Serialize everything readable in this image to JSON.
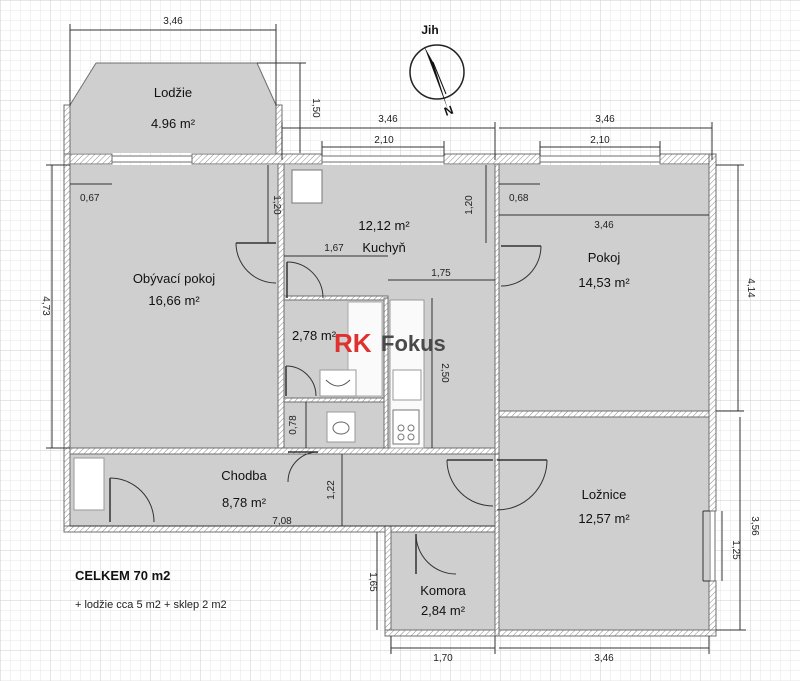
{
  "compass": {
    "label": "Jih",
    "north_letter": "N"
  },
  "logo": {
    "rk": "RK",
    "fokus": "Fokus"
  },
  "rooms": {
    "lodzie": {
      "name": "Lodžie",
      "area": "4.96 m²"
    },
    "obyvaci": {
      "name": "Obývací pokoj",
      "area": "16,66 m²"
    },
    "kuchyn": {
      "name": "Kuchyň",
      "area": "12,12 m²"
    },
    "pokoj": {
      "name": "Pokoj",
      "area": "14,53 m²"
    },
    "koupelna": {
      "name": "",
      "area": "2,78 m²"
    },
    "chodba": {
      "name": "Chodba",
      "area": "8,78 m²"
    },
    "loznice": {
      "name": "Ložnice",
      "area": "12,57 m²"
    },
    "komora": {
      "name": "Komora",
      "area": "2,84 m²"
    }
  },
  "dimensions": {
    "d1": "3,46",
    "d2": "1,50",
    "d3": "3,46",
    "d4": "3,46",
    "d5": "2,10",
    "d6": "2,10",
    "d7": "0,67",
    "d8": "1,20",
    "d9": "1,20",
    "d10": "0,68",
    "d11": "3,46",
    "d12": "1,67",
    "d13": "1,75",
    "d14": "4,73",
    "d15": "4,14",
    "d16": "2,50",
    "d17": "0,78",
    "d18": "1,22",
    "d19": "7,08",
    "d20": "3,56",
    "d21": "1,25",
    "d22": "1,65",
    "d23": "1,70",
    "d24": "3,46"
  },
  "summary": {
    "title": "CELKEM 70 m2",
    "note": "+ lodžie cca 5 m2 + sklep 2 m2"
  }
}
